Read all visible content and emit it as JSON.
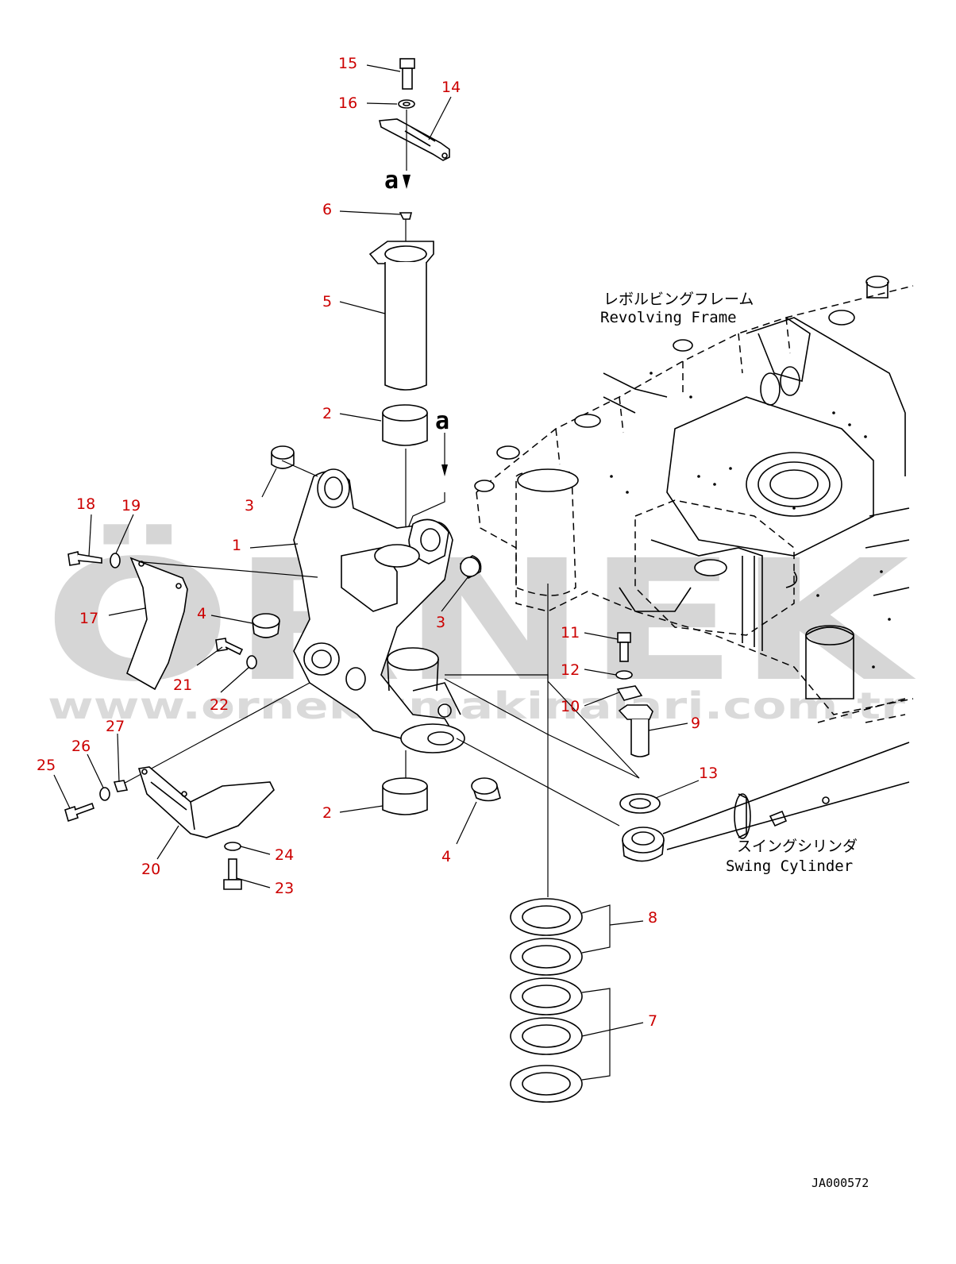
{
  "drawing": {
    "code": "JA000572",
    "detail_marker": "a",
    "revolving_frame": {
      "label_jp": "レボルビングフレーム",
      "label_en": "Revolving Frame"
    },
    "swing_cylinder": {
      "label_jp": "スイングシリンダ",
      "label_en": "Swing Cylinder"
    }
  },
  "watermark": {
    "brand": "ÖRNEK",
    "url": "www.ornekismakinalari.com.tr",
    "color": "#d6d6d6"
  },
  "callouts": [
    {
      "id": "c15",
      "label": "15"
    },
    {
      "id": "c16",
      "label": "16"
    },
    {
      "id": "c14",
      "label": "14"
    },
    {
      "id": "c6",
      "label": "6"
    },
    {
      "id": "c5",
      "label": "5"
    },
    {
      "id": "c2a",
      "label": "2"
    },
    {
      "id": "c3a",
      "label": "3"
    },
    {
      "id": "c1",
      "label": "1"
    },
    {
      "id": "c18",
      "label": "18"
    },
    {
      "id": "c19",
      "label": "19"
    },
    {
      "id": "c17",
      "label": "17"
    },
    {
      "id": "c4a",
      "label": "4"
    },
    {
      "id": "c3b",
      "label": "3"
    },
    {
      "id": "c21",
      "label": "21"
    },
    {
      "id": "c22",
      "label": "22"
    },
    {
      "id": "c11",
      "label": "11"
    },
    {
      "id": "c12",
      "label": "12"
    },
    {
      "id": "c10",
      "label": "10"
    },
    {
      "id": "c9",
      "label": "9"
    },
    {
      "id": "c13",
      "label": "13"
    },
    {
      "id": "c27",
      "label": "27"
    },
    {
      "id": "c26",
      "label": "26"
    },
    {
      "id": "c25",
      "label": "25"
    },
    {
      "id": "c2b",
      "label": "2"
    },
    {
      "id": "c4b",
      "label": "4"
    },
    {
      "id": "c20",
      "label": "20"
    },
    {
      "id": "c24",
      "label": "24"
    },
    {
      "id": "c23",
      "label": "23"
    },
    {
      "id": "c8",
      "label": "8"
    },
    {
      "id": "c7",
      "label": "7"
    }
  ],
  "callout_color": "#cc0000"
}
